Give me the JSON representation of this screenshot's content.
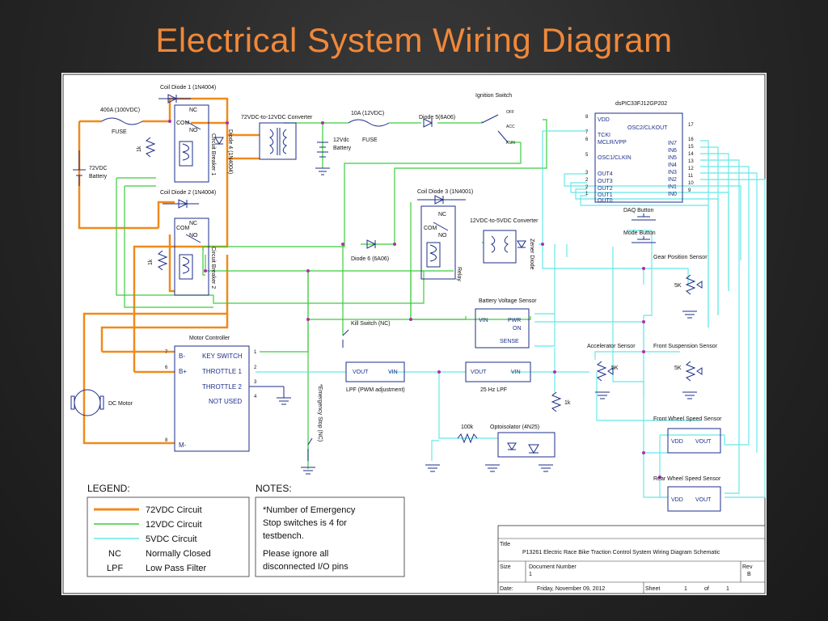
{
  "slide": {
    "title": "Electrical System Wiring Diagram"
  },
  "labels": {
    "coil_diode_1": "Coil Diode 1 (1N4004)",
    "coil_diode_2": "Coil Diode 2 (1N4004)",
    "coil_diode_3": "Coil Diode 3 (1N4001)",
    "fuse_400a": "400A (100VDC)",
    "fuse_10a": "10A (12VDC)",
    "fuse": "FUSE",
    "battery72": "72VDC",
    "battery_word": "Battery",
    "battery12": "12Vdc",
    "conv_72_12": "72VDC-to-12VDC Converter",
    "conv_12_5": "12VDC-to-5VDC Converter",
    "diode5": "Diode 5(6A06)",
    "diode6": "Diode 6 (6A06)",
    "diode4": "Diode 4 (1N4004)",
    "circuit_breaker_1": "Circuit Breaker 1",
    "circuit_breaker_2": "Circuit Breaker 2",
    "relay": "Relay",
    "zener": "Zener Diode",
    "ignition": "Ignition Switch",
    "off": "OFF",
    "acc": "ACC",
    "run": "RUN",
    "mcu": "dsPIC33FJ12GP202",
    "daq_button": "DAQ Button",
    "mode_button": "Mode Button",
    "gear_sensor": "Gear Position Sensor",
    "batt_volt_sensor": "Battery Voltage Sensor",
    "accel_sensor": "Accelerator Sensor",
    "front_susp": "Front Suspension Sensor",
    "front_wheel": "Front Wheel Speed Sensor",
    "rear_wheel": "Rear Wheel Speed Sensor",
    "kill_switch": "Kill Switch (NC)",
    "estop": "*Emergency Stop (NC)",
    "motor_controller": "Motor Controller",
    "dc_motor": "DC Motor",
    "lpf_pwm": "LPF (PWM adjustment)",
    "lpf_25": "25 Hz LPF",
    "optoisolator": "Optoisolator (4N25)",
    "r100k": "100k",
    "r1k": "1k",
    "r5k": "5K",
    "nc": "NC",
    "no": "NO",
    "com": "COM"
  },
  "mcu_pins": {
    "left": [
      {
        "num": "8",
        "name": "VDD"
      },
      {
        "num": "7",
        "name": "TCKI"
      },
      {
        "num": "6",
        "name": "MCLR/VPP"
      },
      {
        "num": "5",
        "name": "OSC1/CLKIN"
      },
      {
        "num": "3",
        "name": "OUT4"
      },
      {
        "num": "2",
        "name": "OUT3"
      },
      {
        "num": "2",
        "name": "OUT2"
      },
      {
        "num": "1",
        "name": "OUT1"
      },
      {
        "num": "",
        "name": "OUT0"
      }
    ],
    "right": [
      {
        "num": "17",
        "name": "OSC2/CLKOUT"
      },
      {
        "num": "16",
        "name": "IN7"
      },
      {
        "num": "15",
        "name": "IN6"
      },
      {
        "num": "14",
        "name": "IN5"
      },
      {
        "num": "13",
        "name": "IN4"
      },
      {
        "num": "12",
        "name": "IN3"
      },
      {
        "num": "11",
        "name": "IN2"
      },
      {
        "num": "10",
        "name": "IN1"
      },
      {
        "num": "9",
        "name": "IN0"
      }
    ]
  },
  "motor_pins": {
    "left": [
      {
        "num": "7",
        "name": "B-"
      },
      {
        "num": "6",
        "name": "B+"
      },
      {
        "num": "8",
        "name": "M-"
      }
    ],
    "right": [
      {
        "num": "1",
        "name": "KEY SWITCH"
      },
      {
        "num": "2",
        "name": "THROTTLE 1"
      },
      {
        "num": "3",
        "name": "THROTTLE 2"
      },
      {
        "num": "4",
        "name": "NOT USED"
      }
    ]
  },
  "batt_sensor_pins": {
    "vin": "VIN",
    "pwr": "PWR",
    "on": "ON",
    "sense": "SENSE"
  },
  "vout": "VOUT",
  "vin": "VIN",
  "vdd": "VDD",
  "legend": {
    "title": "LEGEND:",
    "items": [
      {
        "sym": "line",
        "color": "#f08a1c",
        "text": "72VDC Circuit"
      },
      {
        "sym": "line",
        "color": "#3dcc3d",
        "text": "12VDC Circuit"
      },
      {
        "sym": "line",
        "color": "#66e8e8",
        "text": "5VDC Circuit"
      },
      {
        "sym": "NC",
        "text": "Normally Closed"
      },
      {
        "sym": "LPF",
        "text": "Low Pass Filter"
      }
    ]
  },
  "notes": {
    "title": "NOTES:",
    "line1": "*Number of Emergency",
    "line2": "Stop switches is 4 for",
    "line3": "testbench.",
    "line4": "Please ignore all",
    "line5": "disconnected I/O pins"
  },
  "title_block": {
    "title_label": "Title",
    "title": "P13261 Electric Race Bike Traction Control System Wiring Diagram Schematic",
    "size_label": "Size",
    "docnum_label": "Document Number",
    "docnum": "1",
    "rev_label": "Rev",
    "rev": "B",
    "date_label": "Date:",
    "date": "Friday, November 09, 2012",
    "sheet_label": "Sheet",
    "sheet": "1",
    "of_label": "of",
    "of": "1"
  },
  "colors": {
    "v72": "#f08a1c",
    "v12": "#3dcc3d",
    "v5": "#66e8e8",
    "component": "#1c2e8a",
    "title": "#f0883a"
  }
}
